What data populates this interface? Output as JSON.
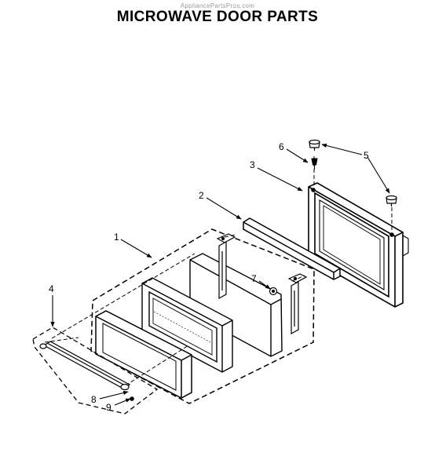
{
  "watermark": "AppliancePartsPros.com",
  "title": "MICROWAVE DOOR PARTS",
  "callouts": {
    "c1": "1",
    "c2": "2",
    "c3": "3",
    "c4": "4",
    "c5": "5",
    "c6": "6",
    "c7": "7",
    "c8": "8",
    "c9": "9"
  }
}
